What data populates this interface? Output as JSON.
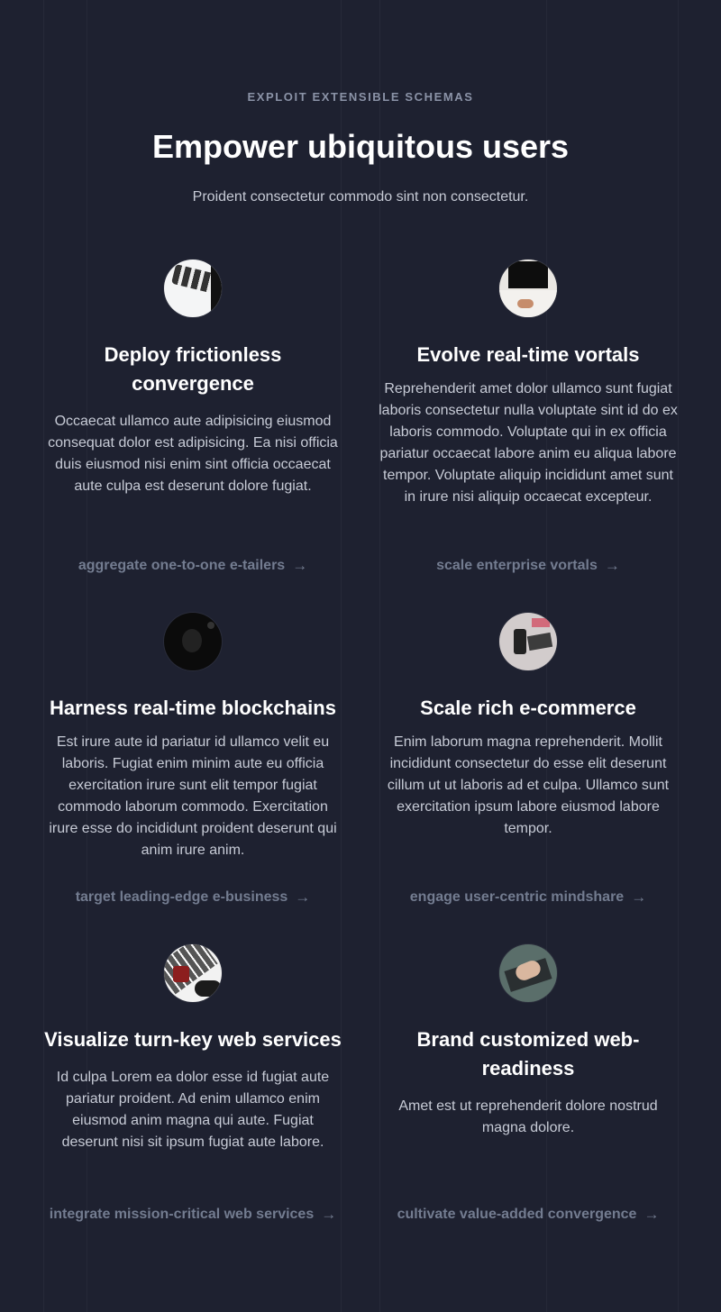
{
  "header": {
    "eyebrow": "EXPLOIT EXTENSIBLE SCHEMAS",
    "title": "Empower ubiquitous users",
    "subtitle": "Proident consectetur commodo sint non consectetur."
  },
  "features": [
    {
      "title": "Deploy frictionless convergence",
      "body": "Occaecat ullamco aute adipisicing eiusmod consequat dolor est adipisicing. Ea nisi officia duis eiusmod nisi enim sint officia occaecat aute culpa est deserunt dolore fugiat.",
      "link": "aggregate one-to-one e-tailers"
    },
    {
      "title": "Evolve real-time vortals",
      "body": "Reprehenderit amet dolor ullamco sunt fugiat laboris consectetur nulla voluptate sint id do ex laboris commodo. Voluptate qui in ex officia pariatur occaecat labore anim eu aliqua labore tempor. Voluptate aliquip incididunt amet sunt in irure nisi aliquip occaecat excepteur.",
      "link": "scale enterprise vortals"
    },
    {
      "title": "Harness real-time blockchains",
      "body": "Est irure aute id pariatur id ullamco velit eu laboris. Fugiat enim minim aute eu officia exercitation irure sunt elit tempor fugiat commodo laborum commodo. Exercitation irure esse do incididunt proident deserunt qui anim irure anim.",
      "link": "target leading-edge e-business"
    },
    {
      "title": "Scale rich e-commerce",
      "body": "Enim laborum magna reprehenderit. Mollit incididunt consectetur do esse elit deserunt cillum ut ut laboris ad et culpa. Ullamco sunt exercitation ipsum labore eiusmod labore tempor.",
      "link": "engage user-centric mindshare"
    },
    {
      "title": "Visualize turn-key web services",
      "body": "Id culpa Lorem ea dolor esse id fugiat aute pariatur proident. Ad enim ullamco enim eiusmod anim magna qui aute. Fugiat deserunt nisi sit ipsum fugiat aute labore.",
      "link": "integrate mission-critical web services"
    },
    {
      "title": "Brand customized web-readiness",
      "body": "Amet est ut reprehenderit dolore nostrud magna dolore.",
      "link": "cultivate value-added convergence"
    }
  ],
  "icons": {
    "link_arrow": "→"
  }
}
